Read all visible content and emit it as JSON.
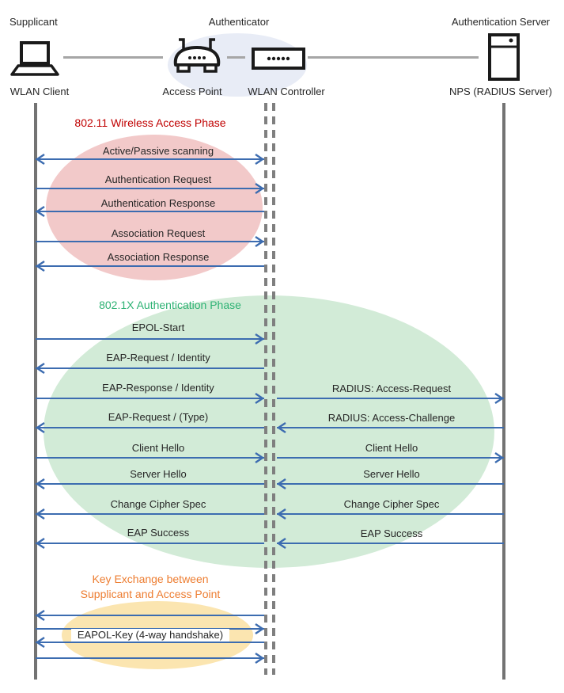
{
  "header": {
    "actors": [
      {
        "role": "Supplicant",
        "device": "WLAN Client",
        "icon": "laptop-icon"
      },
      {
        "role": "Authenticator",
        "device_left": "Access Point",
        "device_right": "WLAN Controller",
        "icon_left": "access-point-icon",
        "icon_right": "wlan-controller-icon"
      },
      {
        "role": "Authentication Server",
        "device": "NPS (RADIUS Server)",
        "icon": "server-icon"
      }
    ]
  },
  "phases": [
    {
      "title": "802.11 Wireless Access Phase",
      "title_color": "#C00000",
      "ellipse_color": "#F2C9C9",
      "messages": [
        {
          "label": "Active/Passive scanning",
          "direction": "both",
          "from": "WLAN Client",
          "to": "WLAN Controller"
        },
        {
          "label": "Authentication Request",
          "direction": "right",
          "from": "WLAN Client",
          "to": "WLAN Controller"
        },
        {
          "label": "Authentication Response",
          "direction": "left",
          "from": "WLAN Controller",
          "to": "WLAN Client"
        },
        {
          "label": "Association Request",
          "direction": "right",
          "from": "WLAN Client",
          "to": "WLAN Controller"
        },
        {
          "label": "Association Response",
          "direction": "left",
          "from": "WLAN Controller",
          "to": "WLAN Client"
        }
      ]
    },
    {
      "title": "802.1X Authentication Phase",
      "title_color": "#2EB274",
      "ellipse_color": "#D2EBD7",
      "left_messages": [
        {
          "label": "EPOL-Start",
          "direction": "right"
        },
        {
          "label": "EAP-Request / Identity",
          "direction": "left"
        },
        {
          "label": "EAP-Response / Identity",
          "direction": "right"
        },
        {
          "label": "EAP-Request / (Type)",
          "direction": "left"
        },
        {
          "label": "Client Hello",
          "direction": "right"
        },
        {
          "label": "Server Hello",
          "direction": "left"
        },
        {
          "label": "Change Cipher Spec",
          "direction": "left"
        },
        {
          "label": "EAP Success",
          "direction": "left"
        }
      ],
      "right_messages": [
        {
          "label": "RADIUS: Access-Request",
          "direction": "right"
        },
        {
          "label": "RADIUS: Access-Challenge",
          "direction": "left"
        },
        {
          "label": "Client Hello",
          "direction": "right"
        },
        {
          "label": "Server Hello",
          "direction": "left"
        },
        {
          "label": "Change Cipher Spec",
          "direction": "left"
        },
        {
          "label": "EAP Success",
          "direction": "left"
        }
      ]
    },
    {
      "title_line1": "Key Exchange between",
      "title_line2": "Supplicant and Access Point",
      "title_color": "#ED7D31",
      "ellipse_color": "#FBE5B0",
      "messages": [
        {
          "direction": "left"
        },
        {
          "direction": "right"
        },
        {
          "label": "EAPOL-Key (4-way handshake)"
        },
        {
          "direction": "left"
        },
        {
          "direction": "right"
        }
      ]
    }
  ],
  "colors": {
    "arrow": "#3C6CB0",
    "lifeline": "#737373",
    "authenticator_ellipse": "#E8ECF6",
    "phase1_title": "#C00000",
    "phase2_title": "#2EB274",
    "phase3_title": "#ED7D31"
  }
}
